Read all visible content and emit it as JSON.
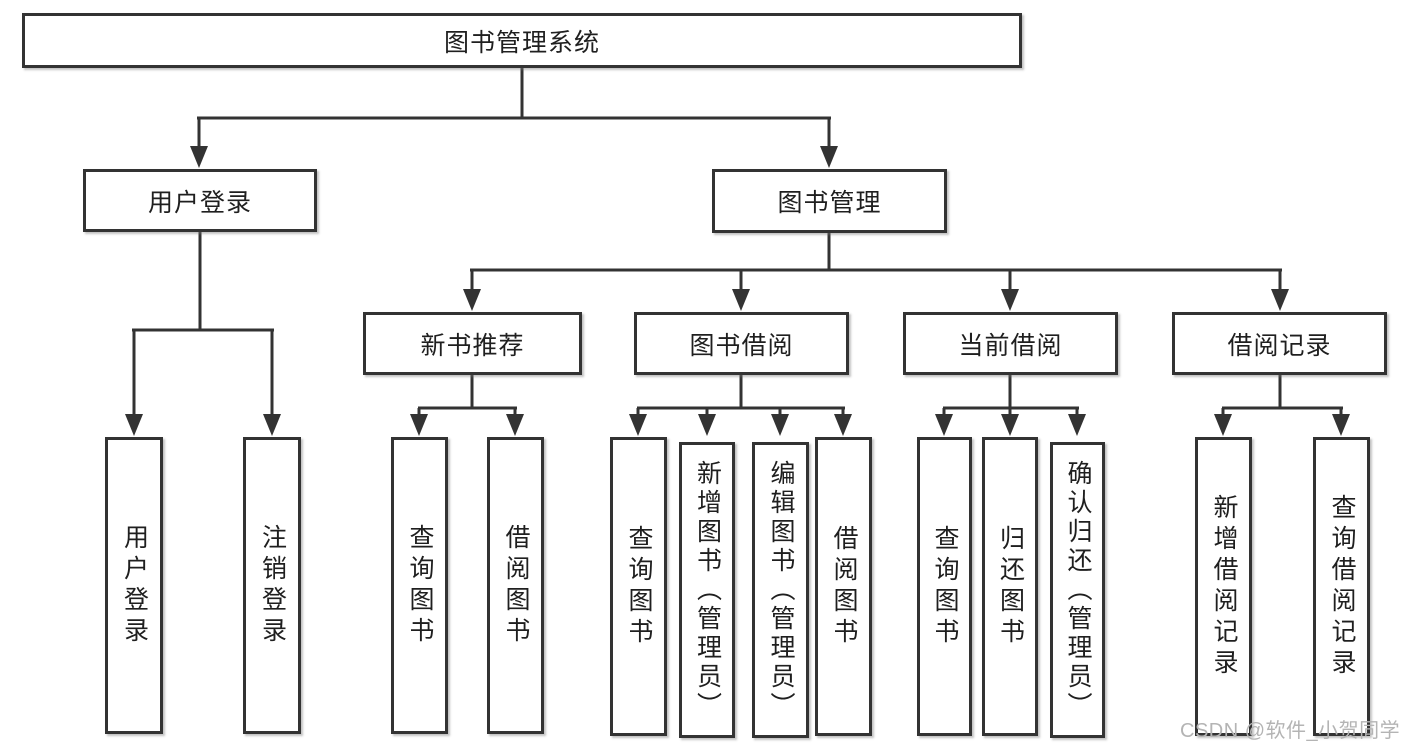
{
  "diagram_type": "hierarchy-tree",
  "colors": {
    "line": "#333333",
    "box_border": "#333333",
    "box_background": "#ffffff",
    "text": "#1f1f1f",
    "watermark": "#b4b4b4"
  },
  "tree": {
    "root": {
      "label": "图书管理系统"
    },
    "level2": [
      {
        "label": "用户登录",
        "children": [
          {
            "label": "用户登录"
          },
          {
            "label": "注销登录"
          }
        ]
      },
      {
        "label": "图书管理",
        "children": [
          {
            "label": "新书推荐",
            "children": [
              {
                "label": "查询图书"
              },
              {
                "label": "借阅图书"
              }
            ]
          },
          {
            "label": "图书借阅",
            "children": [
              {
                "label": "查询图书"
              },
              {
                "label": "新增图书（管理员）"
              },
              {
                "label": "编辑图书（管理员）"
              },
              {
                "label": "借阅图书"
              }
            ]
          },
          {
            "label": "当前借阅",
            "children": [
              {
                "label": "查询图书"
              },
              {
                "label": "归还图书"
              },
              {
                "label": "确认归还（管理员）"
              }
            ]
          },
          {
            "label": "借阅记录",
            "children": [
              {
                "label": "新增借阅记录"
              },
              {
                "label": "查询借阅记录"
              }
            ]
          }
        ]
      }
    ]
  },
  "watermark": "CSDN @软件_小贺同学"
}
